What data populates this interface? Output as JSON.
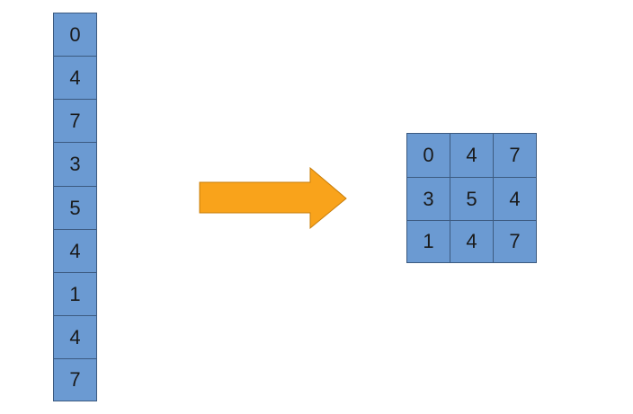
{
  "vector": {
    "values": [
      "0",
      "4",
      "7",
      "3",
      "5",
      "4",
      "1",
      "4",
      "7"
    ]
  },
  "matrix": {
    "rows": [
      [
        "0",
        "4",
        "7"
      ],
      [
        "3",
        "5",
        "4"
      ],
      [
        "1",
        "4",
        "7"
      ]
    ]
  },
  "colors": {
    "cell_fill": "#6b9ad2",
    "cell_border": "#3c5a80",
    "arrow_fill": "#f9a31b",
    "arrow_stroke": "#c77d0a"
  },
  "arrow": {
    "icon": "right-arrow-icon"
  }
}
